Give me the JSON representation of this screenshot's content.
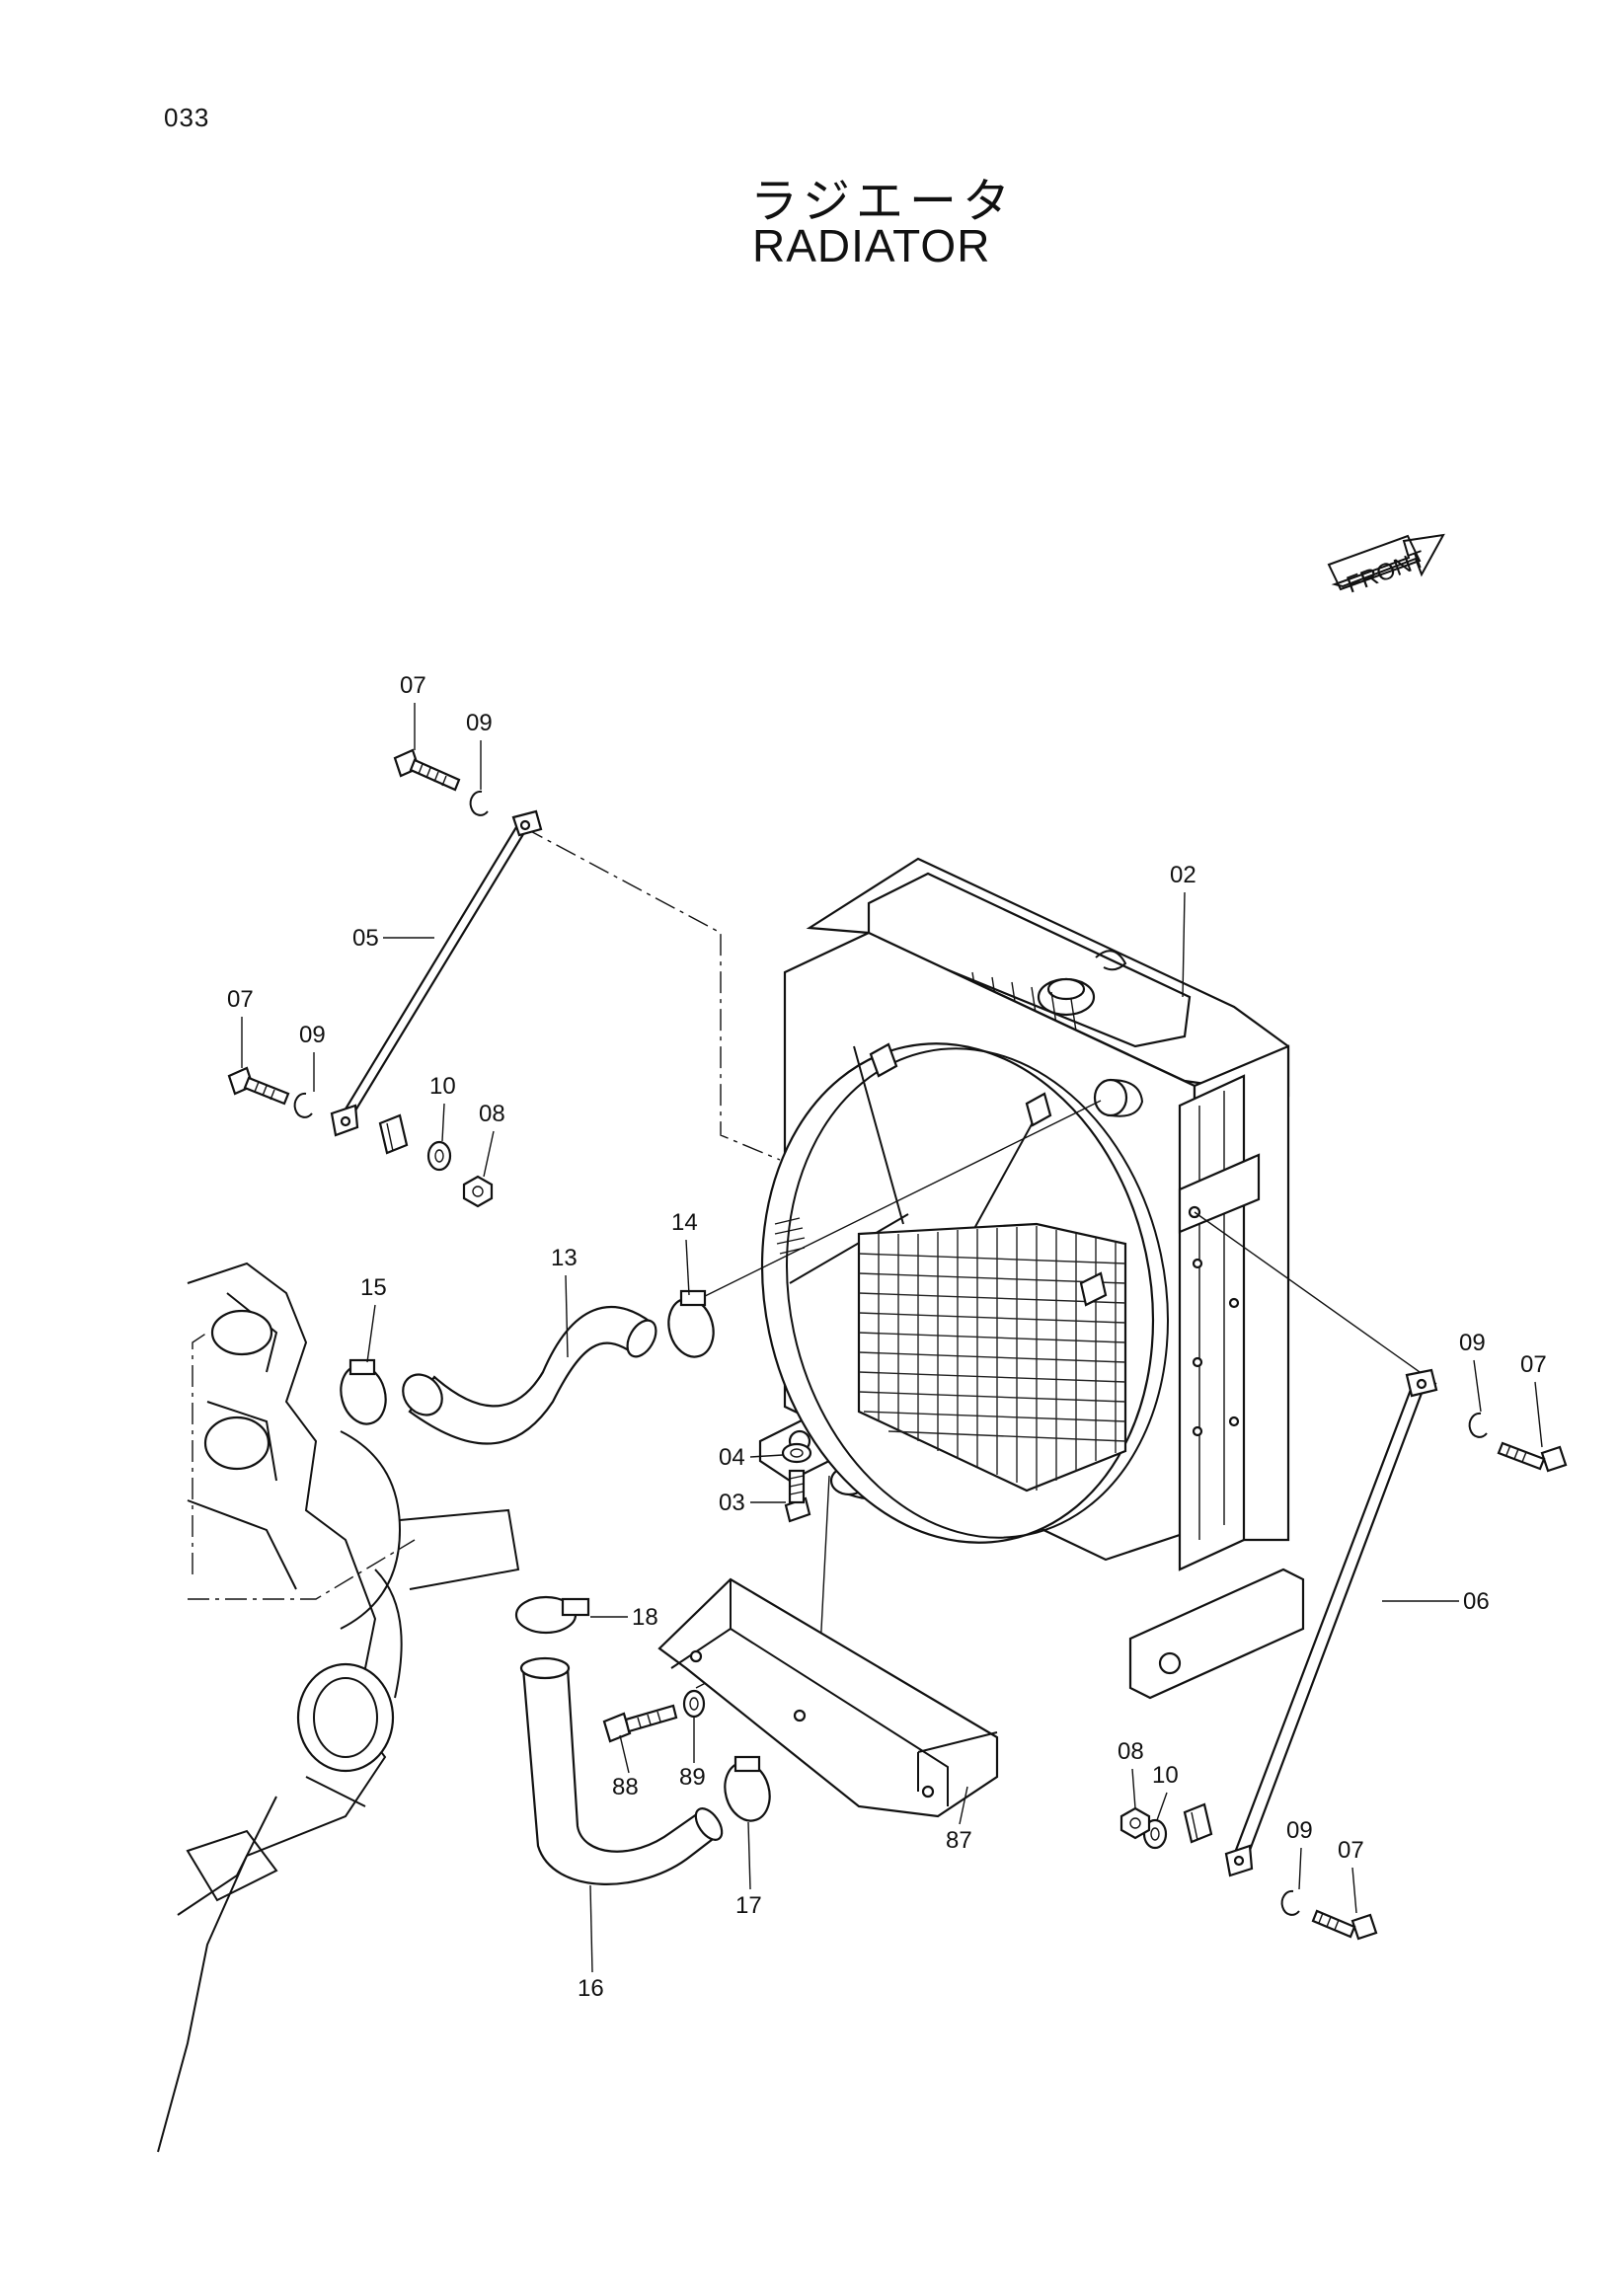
{
  "page": {
    "number": "033",
    "title_jp": "ラジエータ",
    "title_en": "RADIATOR"
  },
  "front_marker": {
    "label": "FRONT"
  },
  "callouts": [
    {
      "id": "c07a",
      "text": "07"
    },
    {
      "id": "c09a",
      "text": "09"
    },
    {
      "id": "c05",
      "text": "05"
    },
    {
      "id": "c07b",
      "text": "07"
    },
    {
      "id": "c09b",
      "text": "09"
    },
    {
      "id": "c10a",
      "text": "10"
    },
    {
      "id": "c08a",
      "text": "08"
    },
    {
      "id": "c02",
      "text": "02"
    },
    {
      "id": "c14",
      "text": "14"
    },
    {
      "id": "c13",
      "text": "13"
    },
    {
      "id": "c15",
      "text": "15"
    },
    {
      "id": "c09c",
      "text": "09"
    },
    {
      "id": "c07c",
      "text": "07"
    },
    {
      "id": "c04",
      "text": "04"
    },
    {
      "id": "c03",
      "text": "03"
    },
    {
      "id": "c18",
      "text": "18"
    },
    {
      "id": "c06",
      "text": "06"
    },
    {
      "id": "c88",
      "text": "88"
    },
    {
      "id": "c89",
      "text": "89"
    },
    {
      "id": "c87",
      "text": "87"
    },
    {
      "id": "c08b",
      "text": "08"
    },
    {
      "id": "c10b",
      "text": "10"
    },
    {
      "id": "c17",
      "text": "17"
    },
    {
      "id": "c09d",
      "text": "09"
    },
    {
      "id": "c07d",
      "text": "07"
    },
    {
      "id": "c16",
      "text": "16"
    }
  ]
}
